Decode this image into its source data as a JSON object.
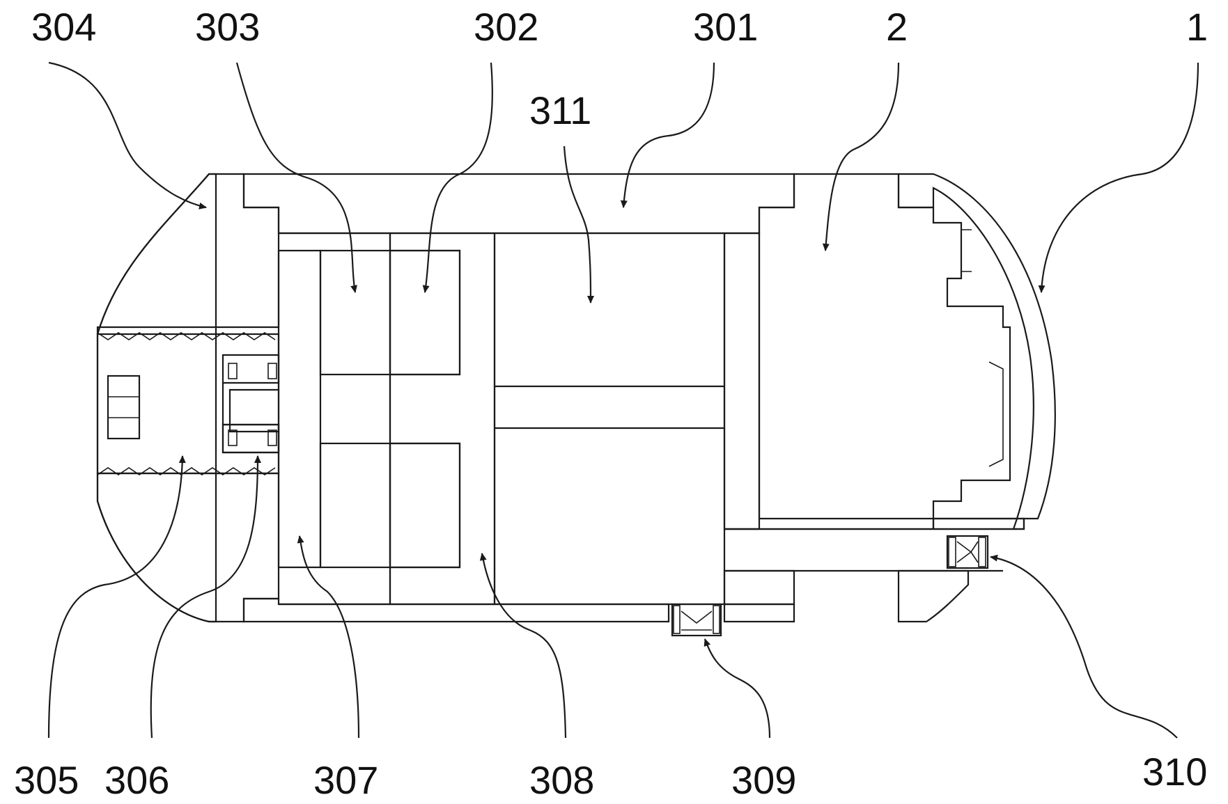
{
  "labels": {
    "l304": "304",
    "l303": "303",
    "l302": "302",
    "l301": "301",
    "l2": "2",
    "l1": "1",
    "l311": "311",
    "l305": "305",
    "l306": "306",
    "l307": "307",
    "l308": "308",
    "l309": "309",
    "l310": "310"
  },
  "colors": {
    "line": "#1a1a1a",
    "background": "#ffffff"
  }
}
